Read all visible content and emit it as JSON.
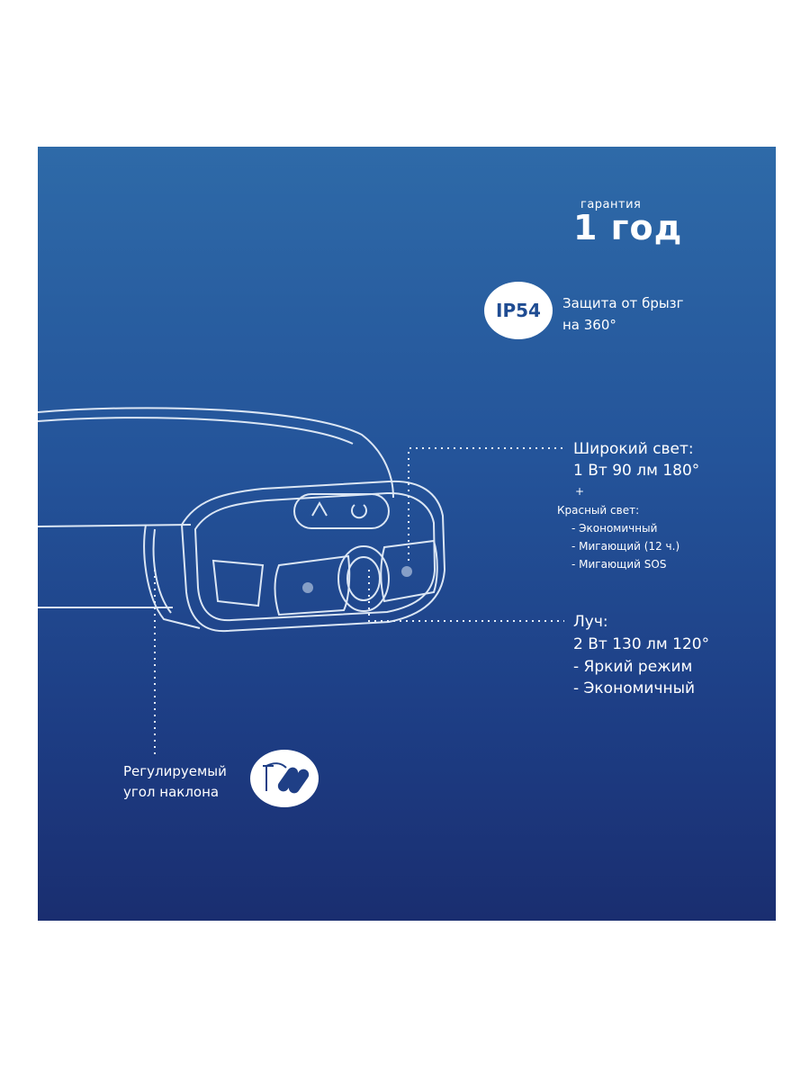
{
  "warranty": {
    "label": "гарантия",
    "value": "1 год"
  },
  "protection": {
    "badge": "IP54",
    "line1": "Защита от брызг",
    "line2": "на 360°"
  },
  "wide_light": {
    "title": "Широкий свет:",
    "specs": "1 Вт 90 лм 180°",
    "plus": "+",
    "red_title": "Красный свет:",
    "red_modes": [
      "- Экономичный",
      "- Мигающий (12 ч.)",
      "- Мигающий SOS"
    ]
  },
  "beam": {
    "title": "Луч:",
    "specs": "2 Вт 130 лм 120°",
    "modes": [
      "- Яркий режим",
      "- Экономичный"
    ]
  },
  "tilt": {
    "line1": "Регулируемый",
    "line2": "угол наклона"
  },
  "icons": [
    "headlamp-icon",
    "tilt-angle-icon"
  ],
  "colors": {
    "panel_top": "#2e6aa8",
    "panel_bottom": "#1a2e70",
    "badge_text": "#1f4c92"
  }
}
